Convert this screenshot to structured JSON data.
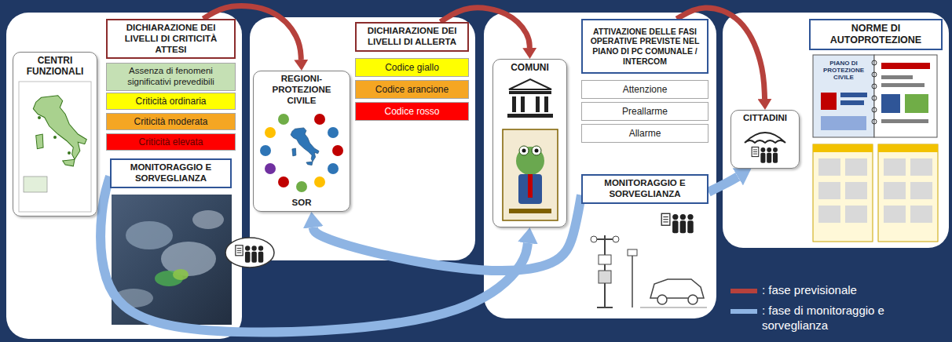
{
  "diagram": {
    "nodes": [
      {
        "text": [
          "CENTRI FUNZIONALI"
        ]
      },
      {
        "text": [
          "DICHIARAZIONE DEI LIVELLI DI CRITICITÀ ATTESI"
        ]
      },
      {
        "text": [
          "Assenza di fenomeni significativi prevedibili"
        ]
      },
      {
        "text": [
          "Criticità ordinaria"
        ]
      },
      {
        "text": [
          "Criticità moderata"
        ]
      },
      {
        "text": [
          "Criticità elevata"
        ]
      },
      {
        "text": [
          "MONITORAGGIO E SORVEGLIANZA"
        ]
      },
      {
        "text": [
          "REGIONI-PROTEZIONE CIVILE",
          "SOR"
        ]
      },
      {
        "text": [
          "DICHIARAZIONE DEI LIVELLI DI ALLERTA"
        ]
      },
      {
        "text": [
          "Codice giallo"
        ]
      },
      {
        "text": [
          "Codice arancione"
        ]
      },
      {
        "text": [
          "Codice rosso"
        ]
      },
      {
        "text": [
          "COMUNI"
        ]
      },
      {
        "text": [
          "ATTIVAZIONE DELLE FASI OPERATIVE PREVISTE NEL PIANO DI PC COMUNALE / INTERCOM"
        ]
      },
      {
        "text": [
          "Attenzione"
        ]
      },
      {
        "text": [
          "Preallarme"
        ]
      },
      {
        "text": [
          "Allarme"
        ]
      },
      {
        "text": [
          "MONITORAGGIO E SORVEGLIANZA"
        ]
      },
      {
        "text": [
          "CITTADINI"
        ]
      },
      {
        "text": [
          "NORME DI AUTOPROTEZIONE"
        ]
      }
    ],
    "edges": [
      {
        "from": 1,
        "to": 7,
        "arrow": "to"
      },
      {
        "from": 8,
        "to": 12,
        "arrow": "to"
      },
      {
        "from": 13,
        "to": 18,
        "arrow": "to"
      },
      {
        "from": 17,
        "to": 7,
        "arrow": "to"
      },
      {
        "from": 6,
        "to": 12,
        "arrow": "to"
      },
      {
        "from": 17,
        "to": 18,
        "arrow": "to"
      }
    ],
    "labels": [
      "PIANO DI PROTEZIONE CIVILE"
    ],
    "legend": [
      {
        "text": ": fase previsionale",
        "color": "#b6413c"
      },
      {
        "text": ": fase di monitoraggio e sorveglianza",
        "color": "#8eb4e3"
      }
    ]
  }
}
